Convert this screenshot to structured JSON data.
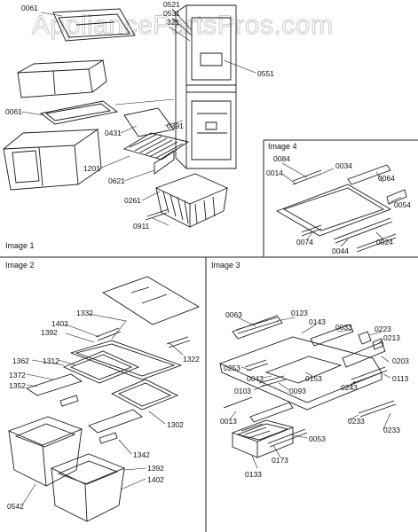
{
  "watermark": "AppliancePartsPros.com",
  "panels": {
    "image1": {
      "title": "Image 1",
      "labels": [
        "0061",
        "0521",
        "0531",
        "321",
        "0551",
        "0061",
        "0391",
        "0431",
        "1201",
        "0621",
        "0261",
        "0911"
      ]
    },
    "image2": {
      "title": "Image 2",
      "labels": [
        "1332",
        "1402",
        "1392",
        "1322",
        "1362",
        "1312",
        "1372",
        "1352",
        "1302",
        "1342",
        "1392",
        "1402",
        "0542"
      ]
    },
    "image3": {
      "title": "Image 3",
      "labels": [
        "0063",
        "0123",
        "0143",
        "0033",
        "0223",
        "0213",
        "0203",
        "0253",
        "0043",
        "0153",
        "0243",
        "0113",
        "0103",
        "0093",
        "0013",
        "0233",
        "0233",
        "0053",
        "0133",
        "0173"
      ]
    },
    "image4": {
      "title": "Image 4",
      "labels": [
        "0084",
        "0014",
        "0034",
        "0064",
        "0054",
        "0074",
        "0044",
        "0024"
      ]
    }
  }
}
